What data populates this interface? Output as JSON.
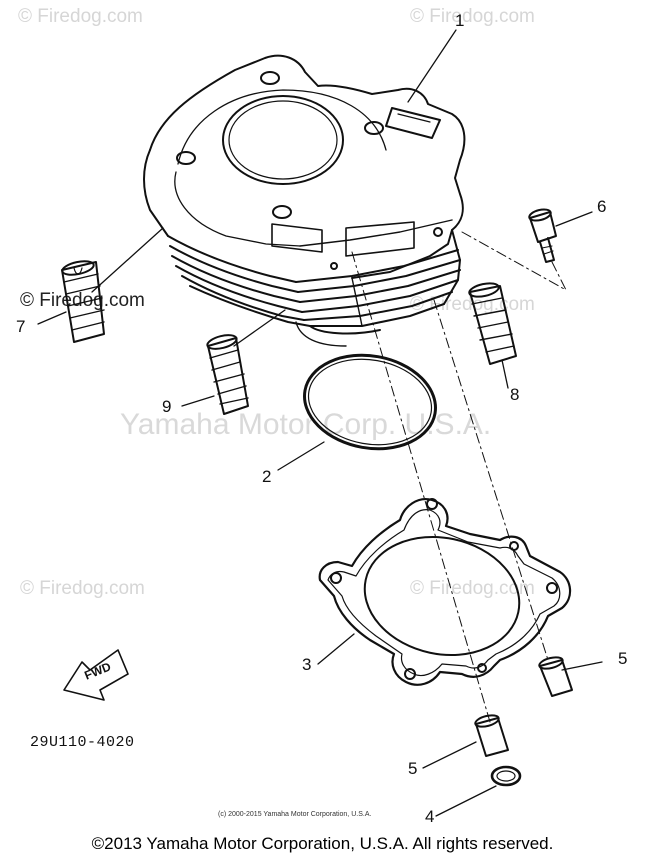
{
  "watermarks": {
    "firedog": "© Firedog.com",
    "firedog_short": "© Firedog",
    "yamaha_big": "Yamaha Motor Corp. U.S.A."
  },
  "callouts": {
    "c1": "1",
    "c2": "2",
    "c3": "3",
    "c4": "4",
    "c5a": "5",
    "c5b": "5",
    "c6": "6",
    "c7": "7",
    "c8": "8",
    "c9": "9"
  },
  "fwd_label": "FWD",
  "part_code": "29U110-4020",
  "small_copyright": "(c) 2000-2015 Yamaha Motor Corporation, U.S.A.",
  "footer": "©2013 Yamaha Motor Corporation, U.S.A. All rights reserved."
}
